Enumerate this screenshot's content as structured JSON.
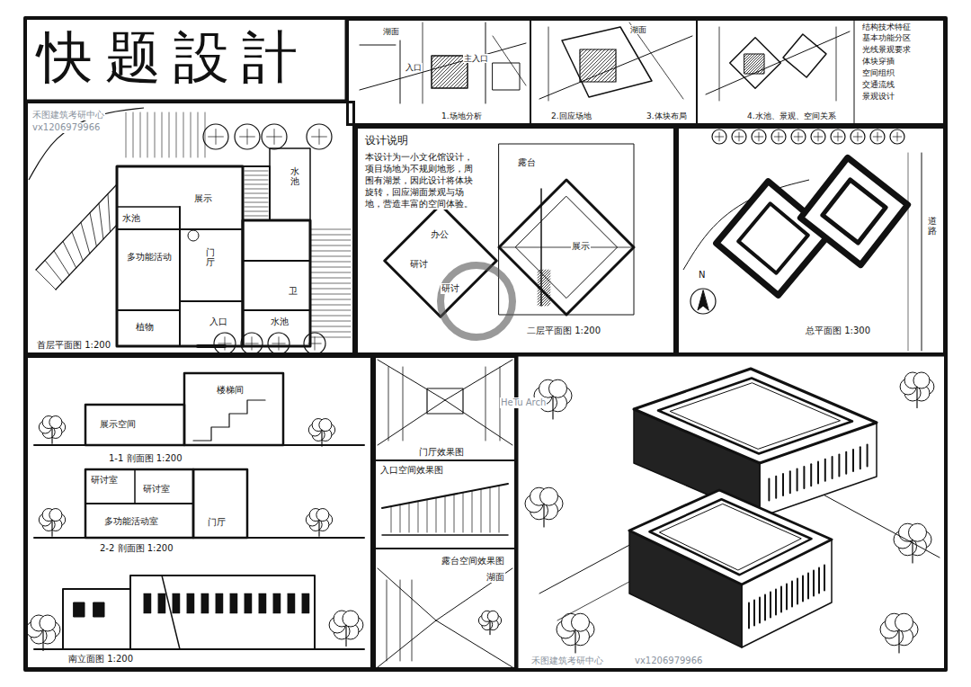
{
  "diagram": {
    "title": "快题設計",
    "nodes": [
      {
        "text": [
          "湖面",
          "入口",
          "主入口",
          "湖面",
          "1.场地分析",
          "2.回应场地",
          "3.体块布局",
          "4.水池、景观、空间关系",
          "结构技术特征",
          "基本功能分区",
          "光线景观要求",
          "体块穿插",
          "空间组织",
          "交通流线",
          "景观设计"
        ]
      },
      {
        "text": [
          "展示",
          "水池",
          "水池",
          "多功能活动",
          "门厅",
          "入口",
          "卫",
          "植物",
          "水池",
          "首层平面图 1:200"
        ]
      },
      {
        "text": [
          "设计说明",
          "本设计为一小文化馆设计，项目场地为不规则地形，周围有湖景，因此设计将体块旋转，回应湖面景观与场地，营造丰富的空间体验。",
          "露台",
          "办公",
          "研讨",
          "研讨",
          "展示",
          "二层平面图 1:200"
        ]
      },
      {
        "text": [
          "N",
          "道路",
          "总平面图 1:300"
        ]
      },
      {
        "text": [
          "楼梯间",
          "展示空间",
          "1-1 剖面图 1:200",
          "研讨室",
          "研讨室",
          "多功能活动室",
          "门厅",
          "2-2 剖面图 1:200",
          "南立面图 1:200"
        ]
      },
      {
        "text": [
          "门厅效果图",
          "入口空间效果图",
          "露台空间效果图",
          "湖面"
        ]
      }
    ],
    "labels": [
      "禾图建筑考研中心",
      "vx1206979966",
      "HeTu Arch",
      "禾图建筑考研中心",
      "vx1206979966"
    ]
  }
}
